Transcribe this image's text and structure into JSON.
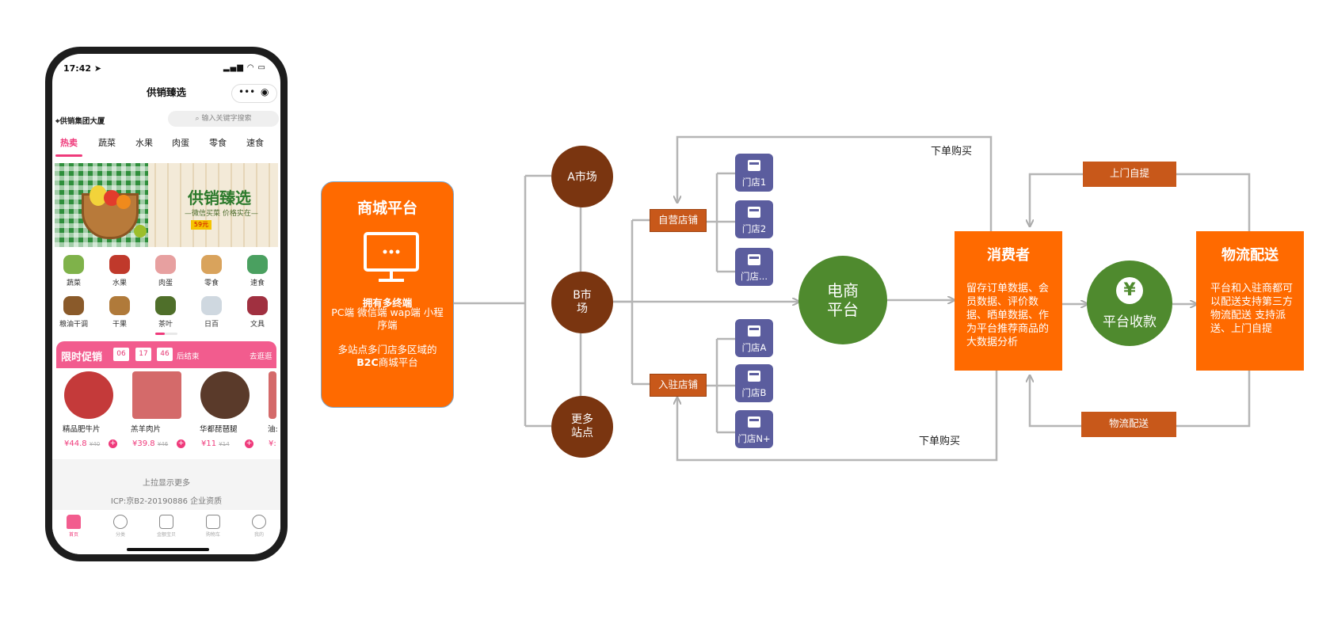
{
  "phone": {
    "status_time": "17:42 ➤",
    "status_icons": "▂▄▆ ◠ ▭",
    "title": "供销臻选",
    "capsule_more": "•••",
    "capsule_close": "◉",
    "location": "供销集团大厦",
    "search_placeholder": "输入关键字搜索",
    "tabs": [
      "热卖",
      "蔬菜",
      "水果",
      "肉蛋",
      "零食",
      "速食"
    ],
    "banner": {
      "title": "供销臻选",
      "subtitle": "—微信买菜  价格实在—",
      "badge": "59元"
    },
    "categories": [
      "蔬菜",
      "水果",
      "肉蛋",
      "零食",
      "速食",
      "粮油干调",
      "干果",
      "茶叶",
      "日百",
      "文具"
    ],
    "promo": {
      "title": "限时促销",
      "hours": "06",
      "minutes": "17",
      "seconds": "46",
      "ends": "后结束",
      "more": "去逛逛"
    },
    "products": [
      {
        "name": "精品肥牛片",
        "price": "¥44.8",
        "old": "¥40"
      },
      {
        "name": "羔羊肉片",
        "price": "¥39.8",
        "old": "¥46"
      },
      {
        "name": "华都琵琶腿",
        "price": "¥11",
        "old": "¥14"
      },
      {
        "name": "油:",
        "price": "¥:",
        "old": ""
      }
    ],
    "pull_more": "上拉显示更多",
    "icp": "ICP:京B2-20190886    企业资质",
    "tabbar": [
      "首页",
      "分类",
      "金额宝贝",
      "购物车",
      "我的"
    ]
  },
  "diagram": {
    "mall": {
      "title": "商城平台",
      "feature": "拥有多终端",
      "desc": "PC端  微信端  wap端 小程序端",
      "desc2a": "多站点多门店多区域的",
      "desc2b": "B2C",
      "desc2c": "商城平台"
    },
    "markets": [
      "A市场",
      "B市场",
      "更多站点"
    ],
    "market_b_lines": [
      "B市",
      "场"
    ],
    "market_more_lines": [
      "更多",
      "站点"
    ],
    "self_store": "自营店铺",
    "join_store": "入驻店铺",
    "self_stores": [
      "门店1",
      "门店2",
      "门店..."
    ],
    "join_stores": [
      "门店A",
      "门店B",
      "门店N+"
    ],
    "ecommerce": [
      "电商",
      "平台"
    ],
    "order_top": "下单购买",
    "order_bottom": "下单购买",
    "consumer": {
      "title": "消费者",
      "desc": "留存订单数据、会员数据、评价数据、晒单数据、作为平台推荐商品的大数据分析"
    },
    "payment": {
      "symbol": "¥",
      "label": "平台收款"
    },
    "logistics": {
      "title": "物流配送",
      "desc": "平台和入驻商都可以配送支持第三方物流配送 支持派送、上门自提"
    },
    "pickup": "上门自提",
    "delivery": "物流配送",
    "colors": {
      "orange": "#ff6a00",
      "brown": "#7a3510",
      "green": "#4f8a2e",
      "store": "#5b5d9e",
      "tag": "#c8581a",
      "line": "#aaaaaa"
    }
  }
}
